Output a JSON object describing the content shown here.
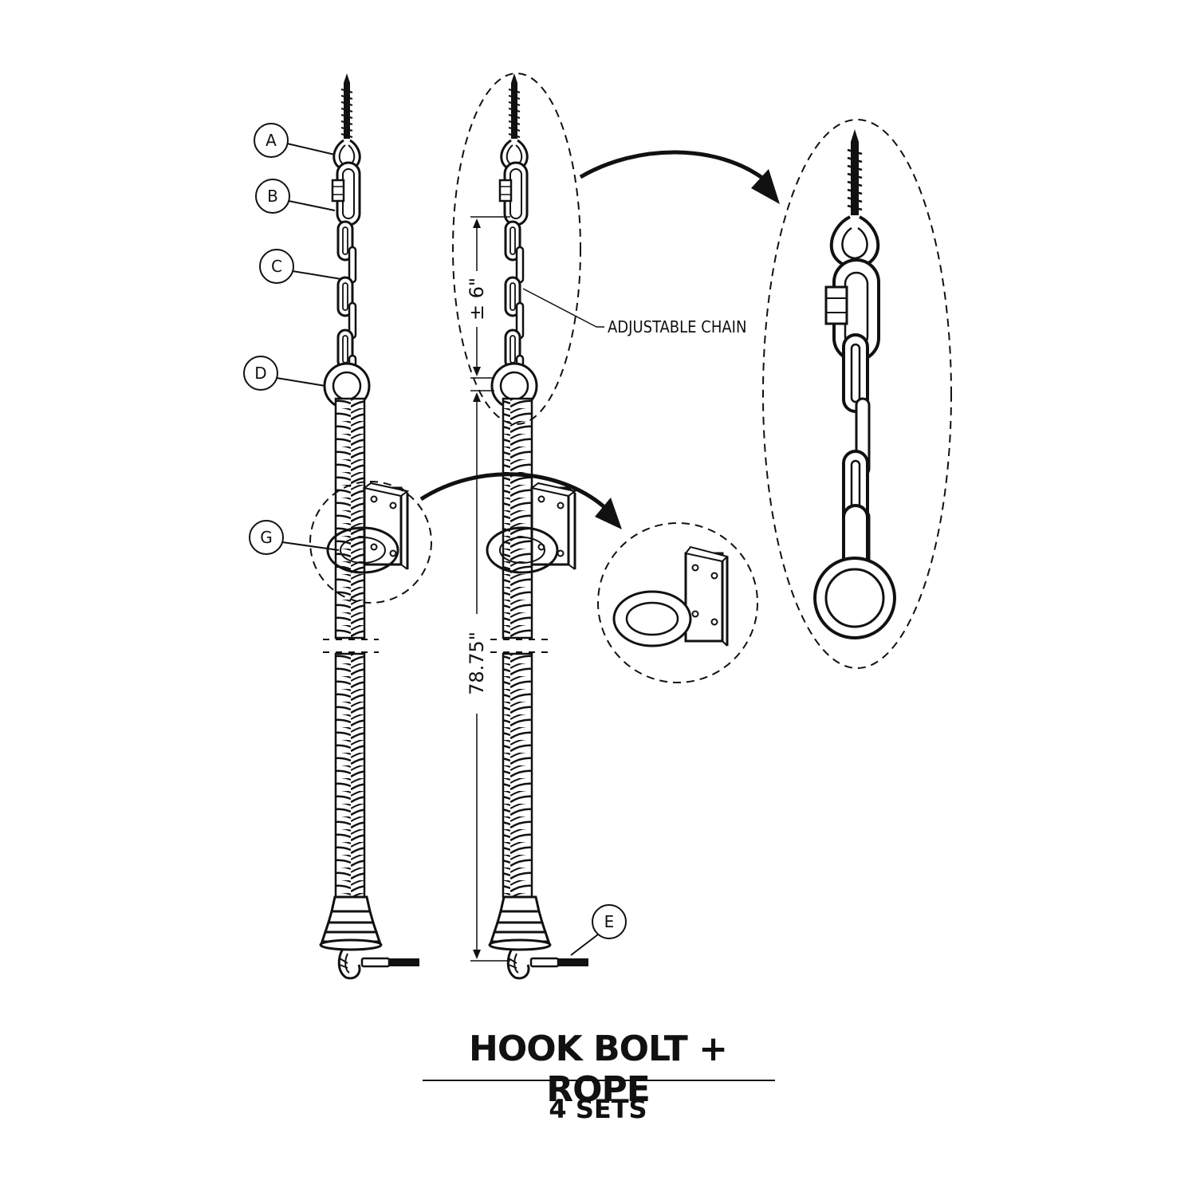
{
  "callouts": {
    "a": "A",
    "b": "B",
    "c": "C",
    "d": "D",
    "g": "G",
    "e": "E"
  },
  "dimensions": {
    "chain_adjust": "± 6\"",
    "rope_length": "78.75\""
  },
  "notes": {
    "adjustable_chain": "ADJUSTABLE CHAIN"
  },
  "footer": {
    "title": "HOOK BOLT + ROPE",
    "subtitle": "4 SETS"
  }
}
